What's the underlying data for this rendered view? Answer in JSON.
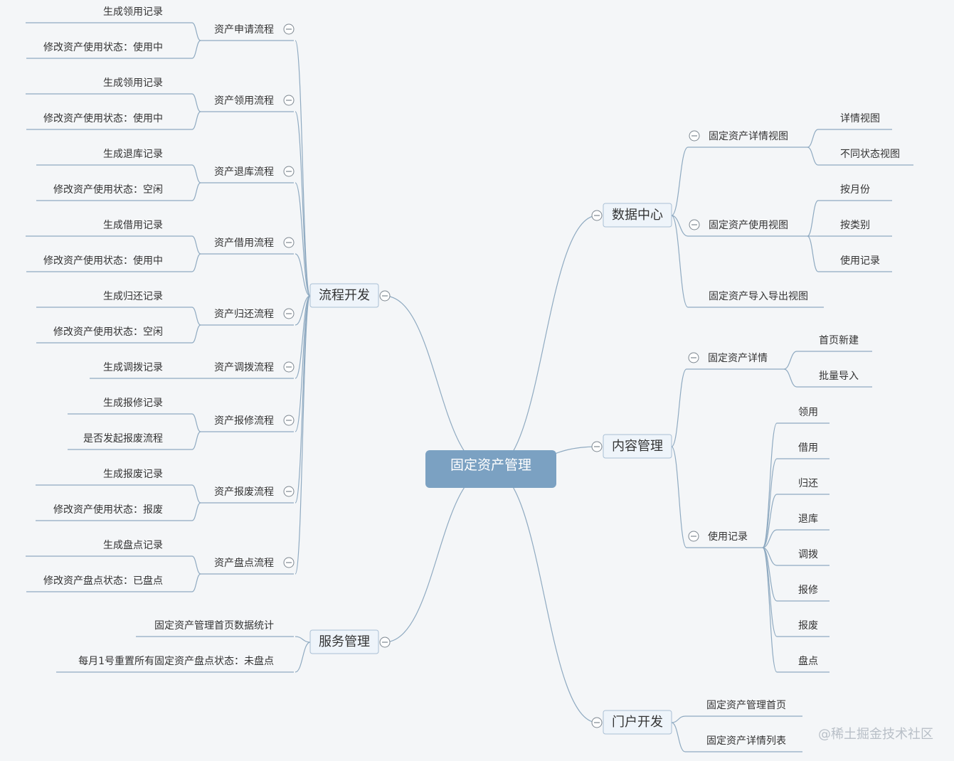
{
  "central": "固定资产管理",
  "left": [
    {
      "label": "流程开发",
      "children": [
        {
          "label": "资产申请流程",
          "children": [
            "生成领用记录",
            "修改资产使用状态：使用中"
          ]
        },
        {
          "label": "资产领用流程",
          "children": [
            "生成领用记录",
            "修改资产使用状态：使用中"
          ]
        },
        {
          "label": "资产退库流程",
          "children": [
            "生成退库记录",
            "修改资产使用状态：空闲"
          ]
        },
        {
          "label": "资产借用流程",
          "children": [
            "生成借用记录",
            "修改资产使用状态：使用中"
          ]
        },
        {
          "label": "资产归还流程",
          "children": [
            "生成归还记录",
            "修改资产使用状态：空闲"
          ]
        },
        {
          "label": "资产调拨流程",
          "children": [
            "生成调拨记录"
          ]
        },
        {
          "label": "资产报修流程",
          "children": [
            "生成报修记录",
            "是否发起报废流程"
          ]
        },
        {
          "label": "资产报废流程",
          "children": [
            "生成报废记录",
            "修改资产使用状态：报废"
          ]
        },
        {
          "label": "资产盘点流程",
          "children": [
            "生成盘点记录",
            "修改资产盘点状态：已盘点"
          ]
        }
      ]
    },
    {
      "label": "服务管理",
      "children": [
        {
          "label": "固定资产管理首页数据统计",
          "children": []
        },
        {
          "label": "每月1号重置所有固定资产盘点状态：未盘点",
          "children": []
        }
      ]
    }
  ],
  "right": [
    {
      "label": "数据中心",
      "children": [
        {
          "label": "固定资产详情视图",
          "children": [
            "详情视图",
            "不同状态视图"
          ]
        },
        {
          "label": "固定资产使用视图",
          "children": [
            "按月份",
            "按类别",
            "使用记录"
          ]
        },
        {
          "label": "固定资产导入导出视图",
          "children": []
        }
      ]
    },
    {
      "label": "内容管理",
      "children": [
        {
          "label": "固定资产详情",
          "children": [
            "首页新建",
            "批量导入"
          ]
        },
        {
          "label": "使用记录",
          "children": [
            "领用",
            "借用",
            "归还",
            "退库",
            "调拨",
            "报修",
            "报废",
            "盘点"
          ]
        }
      ]
    },
    {
      "label": "门户开发",
      "children": [
        {
          "label": "固定资产管理首页",
          "children": []
        },
        {
          "label": "固定资产详情列表",
          "children": []
        }
      ]
    }
  ],
  "watermark": "@稀土掘金技术社区",
  "colors": {
    "central_fill": "#7ba1c2",
    "topic_fill": "#eef4fa",
    "topic_border": "#a9bfd4",
    "line": "#8faac1"
  },
  "icons": {
    "collapse": "circle-minus-icon"
  }
}
